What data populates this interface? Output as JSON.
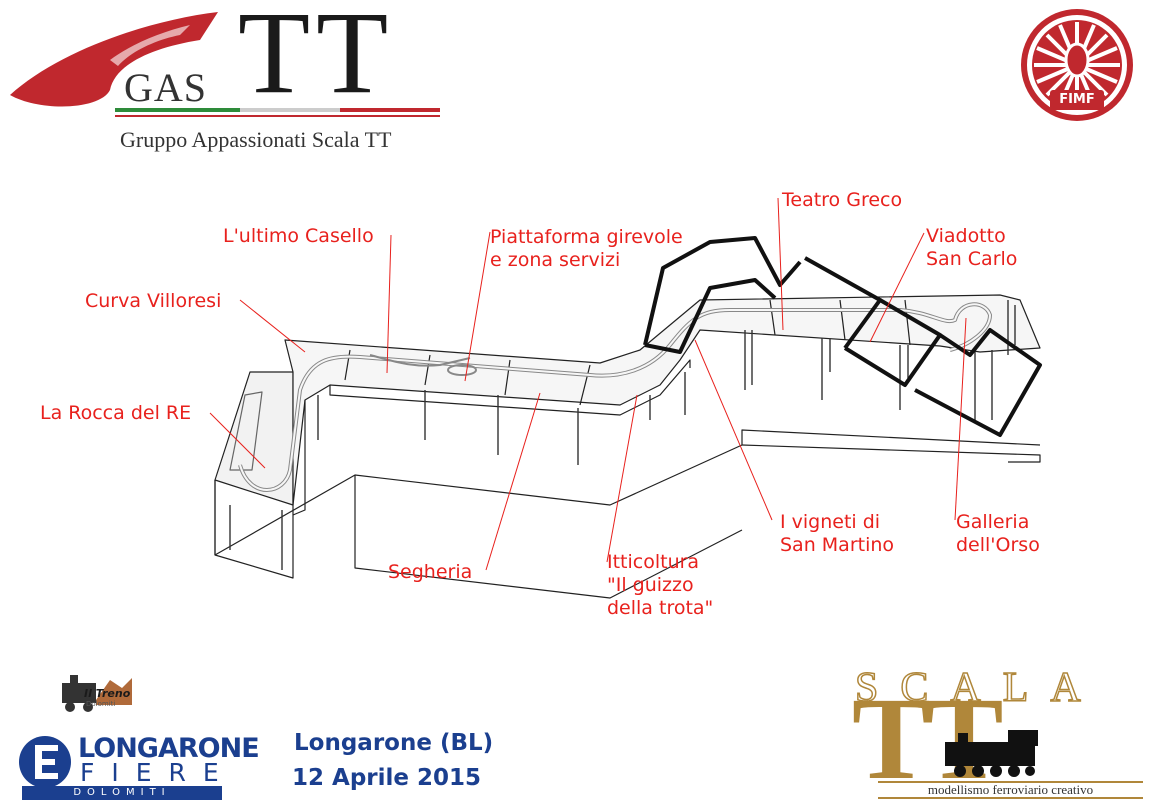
{
  "colors": {
    "label_red": "#e8211d",
    "navy": "#1b3f8f",
    "gold": "#b0873a",
    "dark_red": "#c0282e",
    "green": "#2e8b3a"
  },
  "header": {
    "logo_gas": "GAS",
    "logo_tt": "TT",
    "subtitle": "Gruppo Appassionati Scala TT",
    "fimf_badge": "FIMF"
  },
  "diagram": {
    "labels": [
      {
        "id": "teatro-greco",
        "text": "Teatro Greco"
      },
      {
        "id": "ultimo-casello",
        "text": "L'ultimo Casello"
      },
      {
        "id": "piattaforma",
        "text": "Piattaforma girevole\ne zona servizi"
      },
      {
        "id": "viadotto",
        "text": "Viadotto\nSan Carlo"
      },
      {
        "id": "curva-villoresi",
        "text": "Curva Villoresi"
      },
      {
        "id": "rocca-re",
        "text": "La Rocca del RE"
      },
      {
        "id": "vigneti",
        "text": "I vigneti di\nSan Martino"
      },
      {
        "id": "galleria",
        "text": "Galleria\ndell'Orso"
      },
      {
        "id": "segheria",
        "text": "Segheria"
      },
      {
        "id": "itticoltura",
        "text": "Itticoltura\n\"Il guizzo\ndella trota\""
      }
    ]
  },
  "footer": {
    "treno_logo": "Il Treno",
    "treno_sub": "Dolomiti",
    "longarone_line1": "LONGARONE",
    "longarone_line2": "FIERE",
    "longarone_line3": "DOLOMITI",
    "event_location": "Longarone (BL)",
    "event_date": "12 Aprile 2015",
    "scala_word": "SCALA",
    "scala_tt": "TT",
    "scala_tagline": "modellismo ferroviario creativo"
  }
}
